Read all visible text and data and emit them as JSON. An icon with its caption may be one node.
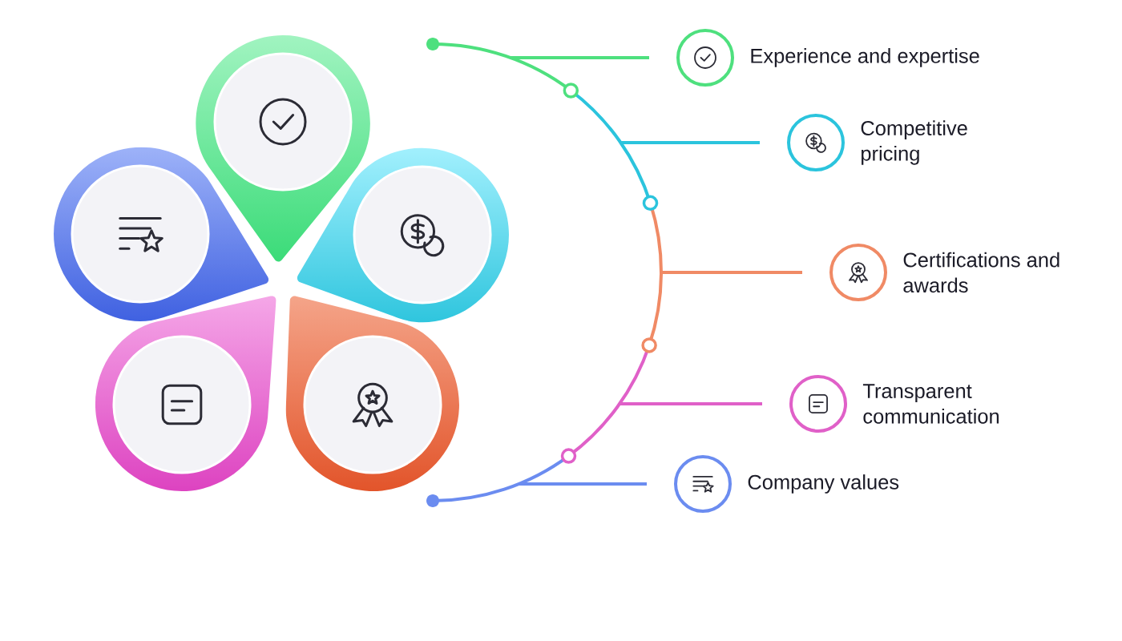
{
  "diagram": {
    "nodes": [
      {
        "text": [
          "Experience and expertise"
        ]
      },
      {
        "text": [
          "Competitive pricing"
        ]
      },
      {
        "text": [
          "Certifications and awards"
        ]
      },
      {
        "text": [
          "Transparent communication"
        ]
      },
      {
        "text": [
          "Company values"
        ]
      }
    ],
    "edges": [
      {
        "from": null,
        "to": 0,
        "arrow": "none",
        "color": "#4ee07e"
      },
      {
        "from": null,
        "to": 1,
        "arrow": "none",
        "color": "#2bc4dd"
      },
      {
        "from": null,
        "to": 2,
        "arrow": "none",
        "color": "#f08a65"
      },
      {
        "from": null,
        "to": 3,
        "arrow": "none",
        "color": "#e060c8"
      },
      {
        "from": null,
        "to": 4,
        "arrow": "none",
        "color": "#6b8cf0"
      }
    ]
  }
}
